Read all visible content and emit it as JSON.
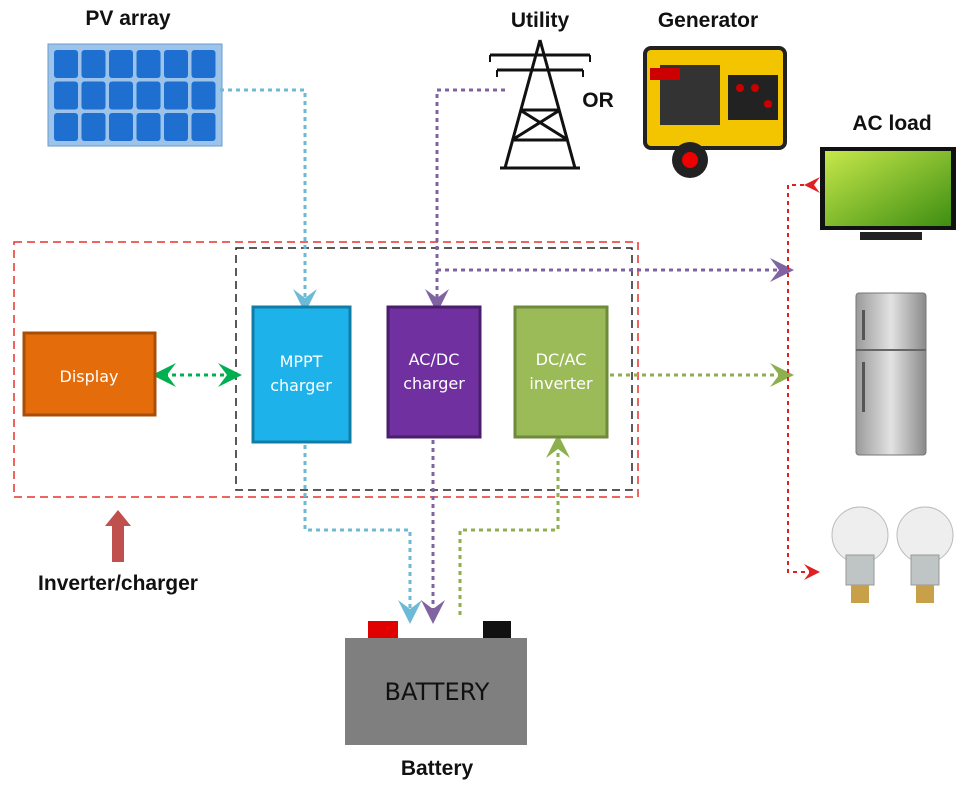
{
  "labels": {
    "pv_array": "PV array",
    "utility": "Utility",
    "or": "OR",
    "generator": "Generator",
    "ac_load": "AC load",
    "inverter_charger": "Inverter/charger",
    "battery_label": "Battery"
  },
  "blocks": {
    "display": "Display",
    "mppt": [
      "MPPT",
      "charger"
    ],
    "acdc": [
      "AC/DC",
      "charger"
    ],
    "dcac": [
      "DC/AC",
      "inverter"
    ],
    "battery": "BATTERY"
  },
  "colors": {
    "display": "#E46C0A",
    "mppt": "#1DB3EA",
    "acdc": "#7030A0",
    "dcac": "#9BBB59",
    "pv_line": "#6CBAD6",
    "utility_line": "#8064A2",
    "load_line": "#E02020",
    "display_link": "#00B050",
    "battery": "#7F7F7F"
  }
}
